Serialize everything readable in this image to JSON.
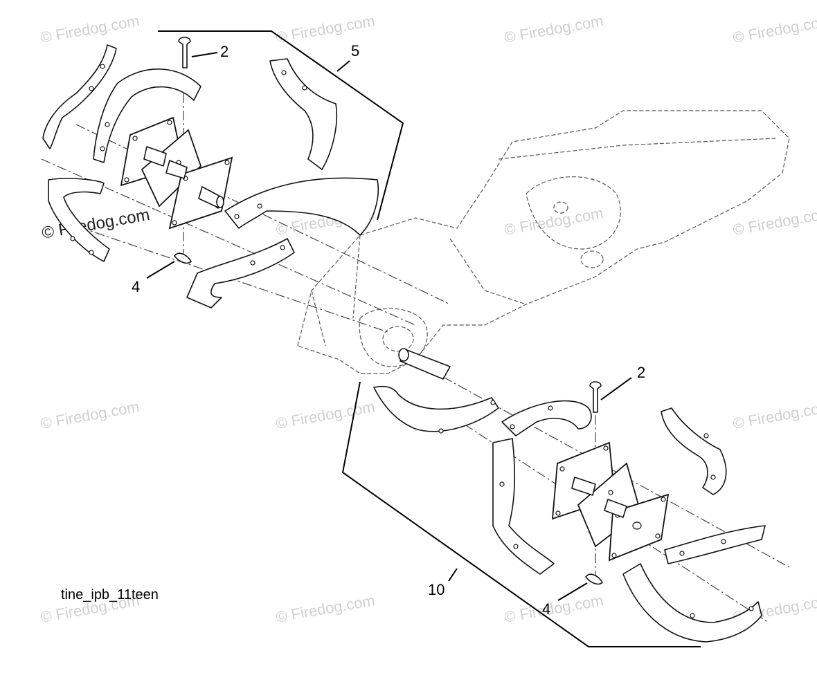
{
  "caption": "tine_ipb_11teen",
  "callouts": {
    "top_pin": "2",
    "top_assembly": "5",
    "top_clip": "4",
    "bottom_pin": "2",
    "bottom_assembly": "10",
    "bottom_clip": "4"
  },
  "watermark": {
    "text": "© Firedog.com",
    "prominent_text": "© Firedog.com"
  }
}
